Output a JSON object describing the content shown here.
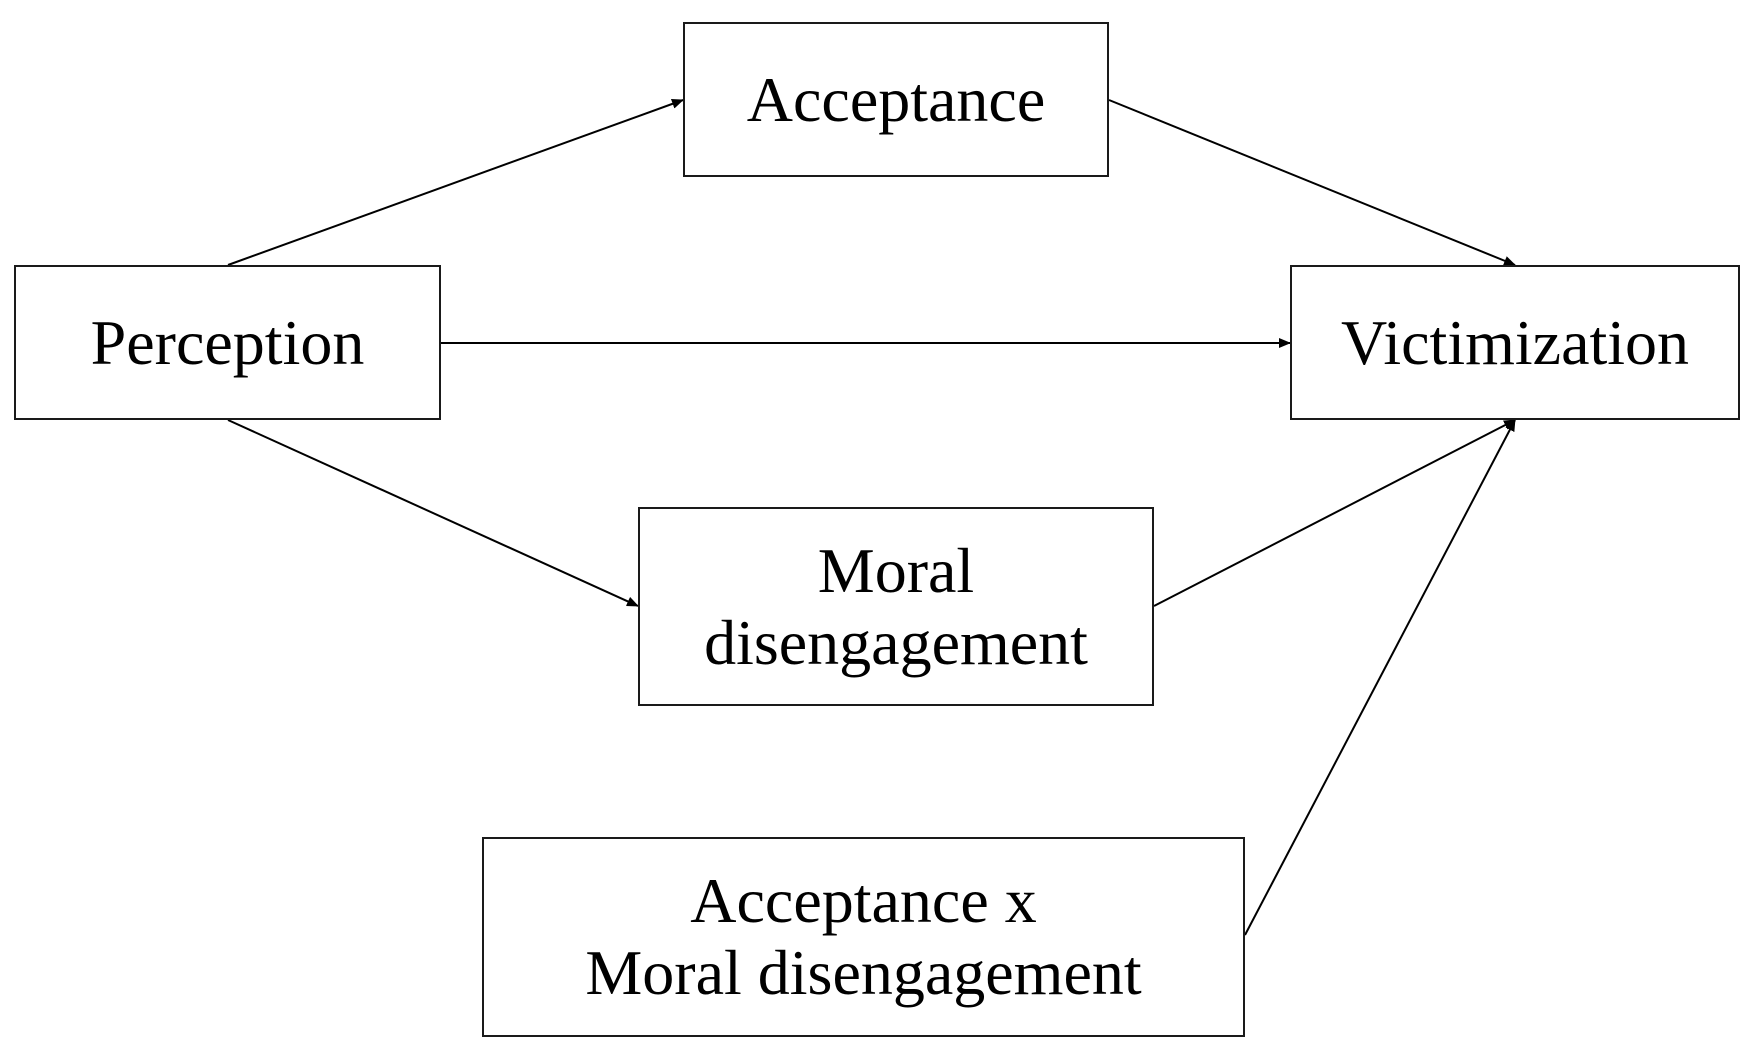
{
  "nodes": {
    "acceptance": {
      "lines": [
        "Acceptance"
      ]
    },
    "perception": {
      "lines": [
        "Perception"
      ]
    },
    "victimization": {
      "lines": [
        "Victimization"
      ]
    },
    "moral_disengagement": {
      "lines": [
        "Moral",
        "disengagement"
      ]
    },
    "interaction": {
      "lines": [
        "Acceptance x",
        "Moral disengagement"
      ]
    }
  },
  "edges": [
    {
      "from": "perception",
      "to": "acceptance"
    },
    {
      "from": "perception",
      "to": "victimization"
    },
    {
      "from": "perception",
      "to": "moral_disengagement"
    },
    {
      "from": "acceptance",
      "to": "victimization"
    },
    {
      "from": "moral_disengagement",
      "to": "victimization"
    },
    {
      "from": "interaction",
      "to": "victimization"
    }
  ]
}
